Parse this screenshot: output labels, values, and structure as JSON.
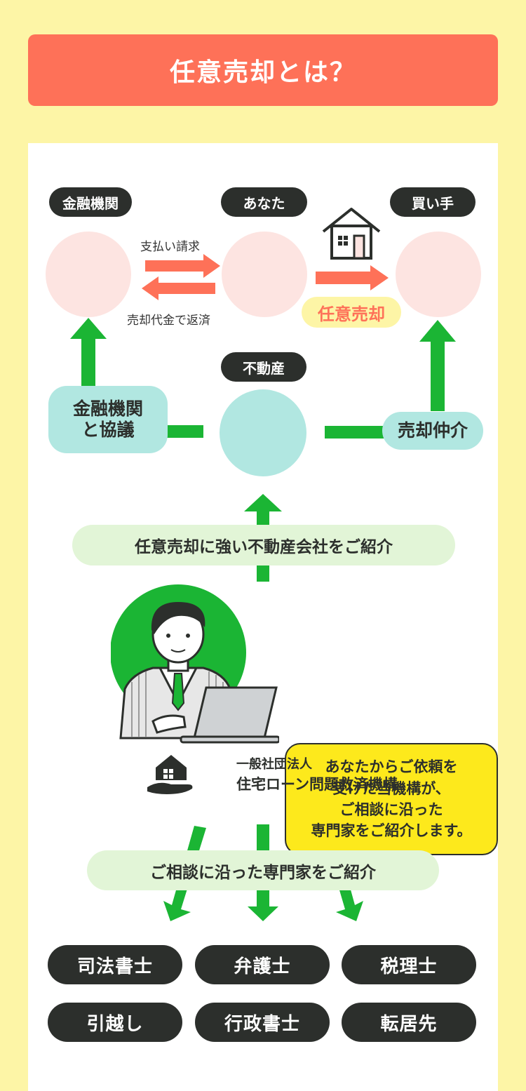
{
  "title": "任意売却とは？",
  "diagram": {
    "parties": {
      "bank": "金融機関",
      "you": "あなた",
      "buyer": "買い手",
      "property": "不動産"
    },
    "flows": {
      "payment_request": "支払い請求",
      "repay_with_proceeds": "売却代金で返済",
      "voluntary_sale": "任意売却"
    },
    "negotiate": [
      "金融機関",
      "と協議"
    ],
    "brokerage": "売却仲介",
    "introduce_realtor": "任意売却に強い不動産会社をご紹介",
    "bubble_lines": [
      "あなたからご依頼を",
      "受けた当機構が、",
      "ご相談に沿った",
      "専門家をご紹介します。"
    ],
    "org": {
      "type": "一般社団法人",
      "name": "住宅ローン問題救済機構"
    },
    "introduce_experts": "ご相談に沿った専門家をご紹介",
    "experts": [
      "司法書士",
      "弁護士",
      "税理士",
      "引越し",
      "行政書士",
      "転居先"
    ]
  },
  "colors": {
    "background": "#fdf5a6",
    "title_bar": "#fe7158",
    "card": "#ffffff",
    "dark_pill": "#2c2f2c",
    "pink_circle": "#fde4e1",
    "teal": "#b1e7e1",
    "green": "#1bb534",
    "light_green": "#e2f5d7",
    "bubble": "#fde91c",
    "salmon_arrow": "#fe7158"
  }
}
